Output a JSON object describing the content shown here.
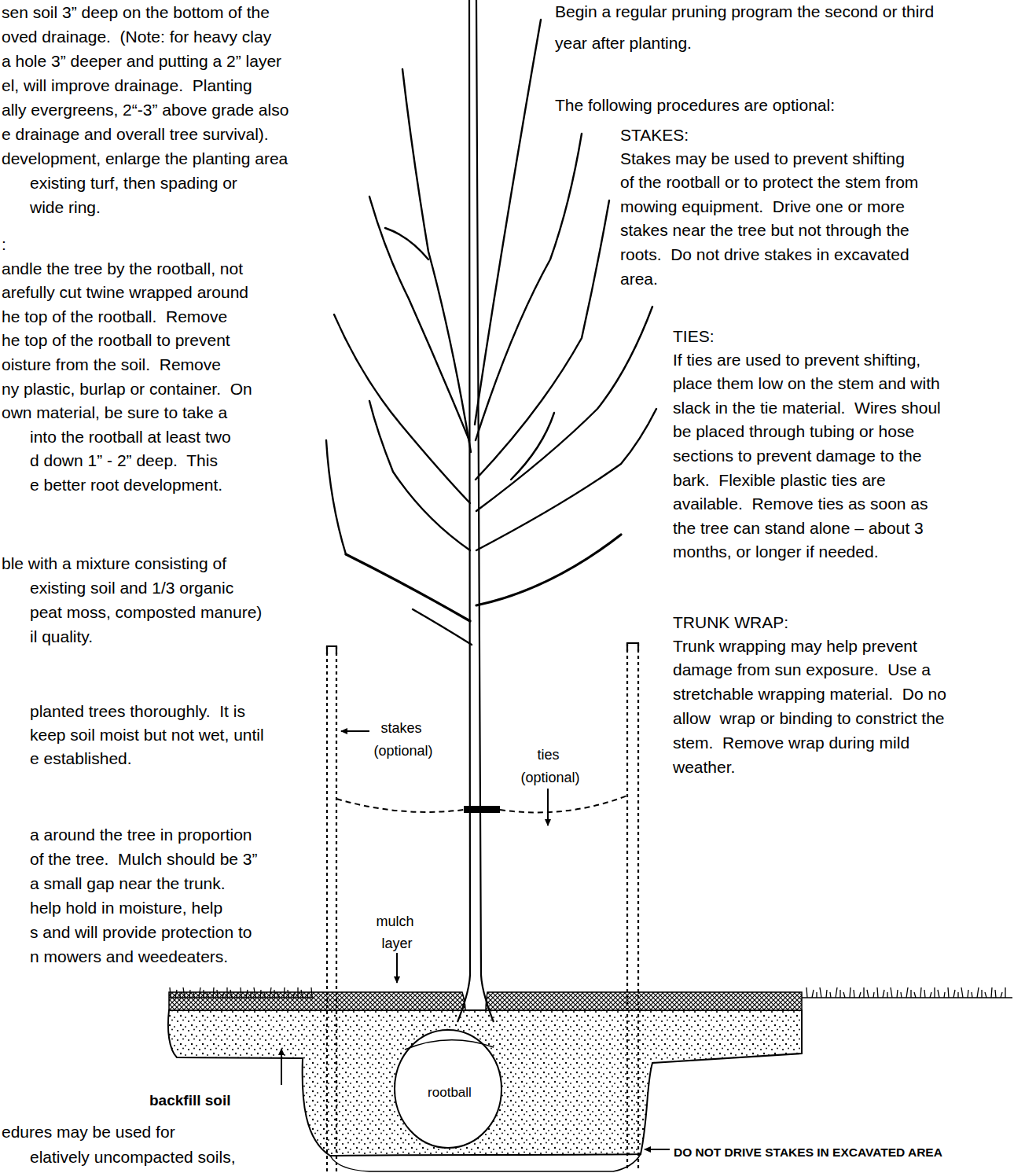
{
  "diagram": {
    "labels": [
      "sen soil 3” deep on the bottom of the oved drainage.  (Note: for heavy clay a hole 3” deeper and putting a 2” layer el, will improve drainage.  Planting ally evergreens, 2“-3” above grade also e drainage and overall tree survival). development, enlarge the planting area existing turf, then spading or wide ring.",
      ":",
      "andle the tree by the rootball, not arefully cut twine wrapped around he top of the rootball.  Remove he top of the rootball to prevent oisture from the soil.  Remove ny plastic, burlap or container.  On own material, be sure to take a into the rootball at least two d down 1” - 2” deep.  This e better root development.",
      "ble with a mixture consisting of existing soil and 1/3 organic peat moss, composted manure) il quality.",
      "planted trees thoroughly.  It is keep soil moist but not wet, until e established.",
      "a around the tree in proportion of the tree.  Mulch should be 3” a small gap near the trunk. help hold in moisture, help s and will provide protection to n mowers and weedeaters.",
      "edures may be used for elatively uncompacted soils,",
      "Begin a regular pruning program the second or third year after planting.",
      "The following procedures are optional:",
      "STAKES:",
      "Stakes may be used to prevent shifting of the rootball or to protect the stem from mowing equipment.  Drive one or more stakes near the tree but not through the roots.  Do not drive stakes in excavated area.",
      "TIES:",
      "If ties are used to prevent shifting, place them low on the stem and with slack in the tie material.  Wires shoul be placed through tubing or hose sections to prevent damage to the bark.  Flexible plastic ties are available.  Remove ties as soon as the tree can stand alone – about 3 months, or longer if needed.",
      "TRUNK WRAP:",
      "Trunk wrapping may help prevent damage from sun exposure.  Use a stretchable wrapping material.  Do no allow  wrap or binding to constrict the stem.  Remove wrap during mild weather.",
      "stakes (optional)",
      "ties (optional)",
      "mulch layer",
      "backfill soil",
      "rootball",
      "DO NOT DRIVE STAKES IN EXCAVATED AREA"
    ]
  }
}
